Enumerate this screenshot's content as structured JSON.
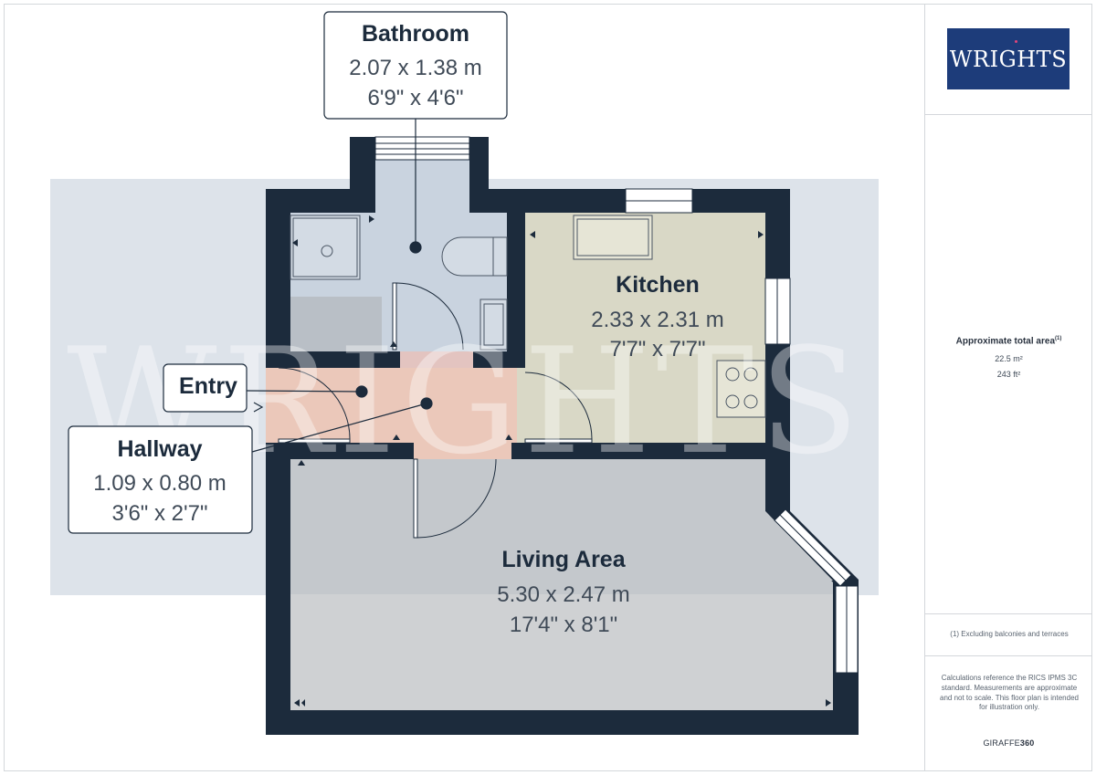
{
  "watermark": "WRIGHTS",
  "rooms": [
    {
      "name": "Bathroom",
      "metric": "2.07 x 1.38 m",
      "imperial": "6'9\" x 4'6\""
    },
    {
      "name": "Kitchen",
      "metric": "2.33 x 2.31 m",
      "imperial": "7'7\" x 7'7\""
    },
    {
      "name": "Entry"
    },
    {
      "name": "Hallway",
      "metric": "1.09 x 0.80 m",
      "imperial": "3'6\" x 2'7\""
    },
    {
      "name": "Living Area",
      "metric": "5.30 x 2.47 m",
      "imperial": "17'4\" x 8'1\""
    }
  ],
  "sidebar": {
    "logo_text": "WRIGHTS",
    "area_title": "Approximate total area",
    "area_title_sup": "(1)",
    "area_m2": "22.5 m²",
    "area_ft2": "243 ft²",
    "footnote": "(1) Excluding balconies and terraces",
    "disclaimer": "Calculations reference the RICS IPMS 3C standard. Measurements are approximate and not to scale. This floor plan is intended for illustration only.",
    "brand_prefix": "GIRAFFE",
    "brand_suffix": "360"
  },
  "colors": {
    "wall": "#1c2b3c",
    "bathroom_floor": "#c9d3df",
    "kitchen_floor": "#d9d8c6",
    "hallway_floor": "#ebc8ba",
    "living_floor": "#c4c8cc",
    "overlay": "#dde3ea",
    "brand_blue": "#1d3c7a"
  }
}
